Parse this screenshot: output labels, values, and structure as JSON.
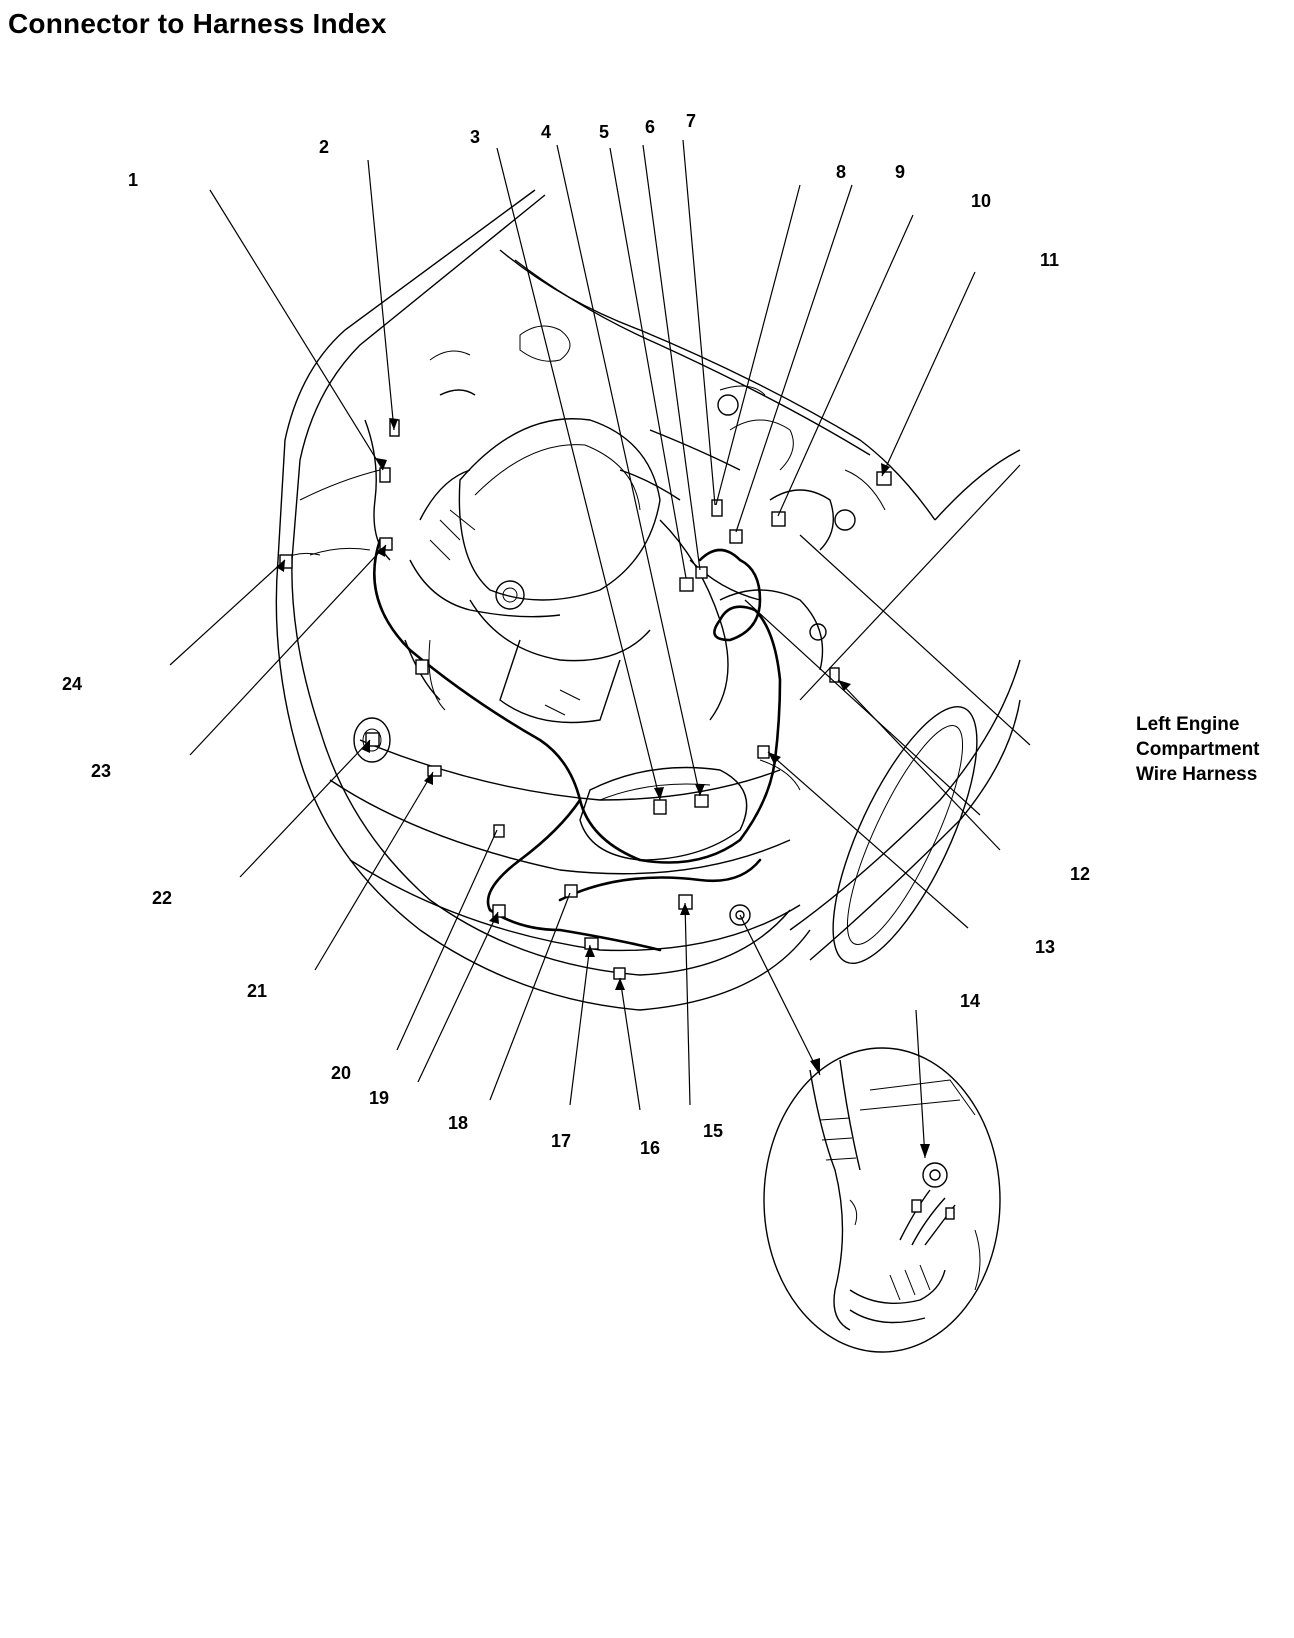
{
  "title": "Connector to Harness Index",
  "harness_label": [
    "Left Engine",
    "Compartment",
    "Wire Harness"
  ],
  "callouts": [
    "1",
    "2",
    "3",
    "4",
    "5",
    "6",
    "7",
    "8",
    "9",
    "10",
    "11",
    "12",
    "13",
    "14",
    "15",
    "16",
    "17",
    "18",
    "19",
    "20",
    "21",
    "22",
    "23",
    "24"
  ]
}
